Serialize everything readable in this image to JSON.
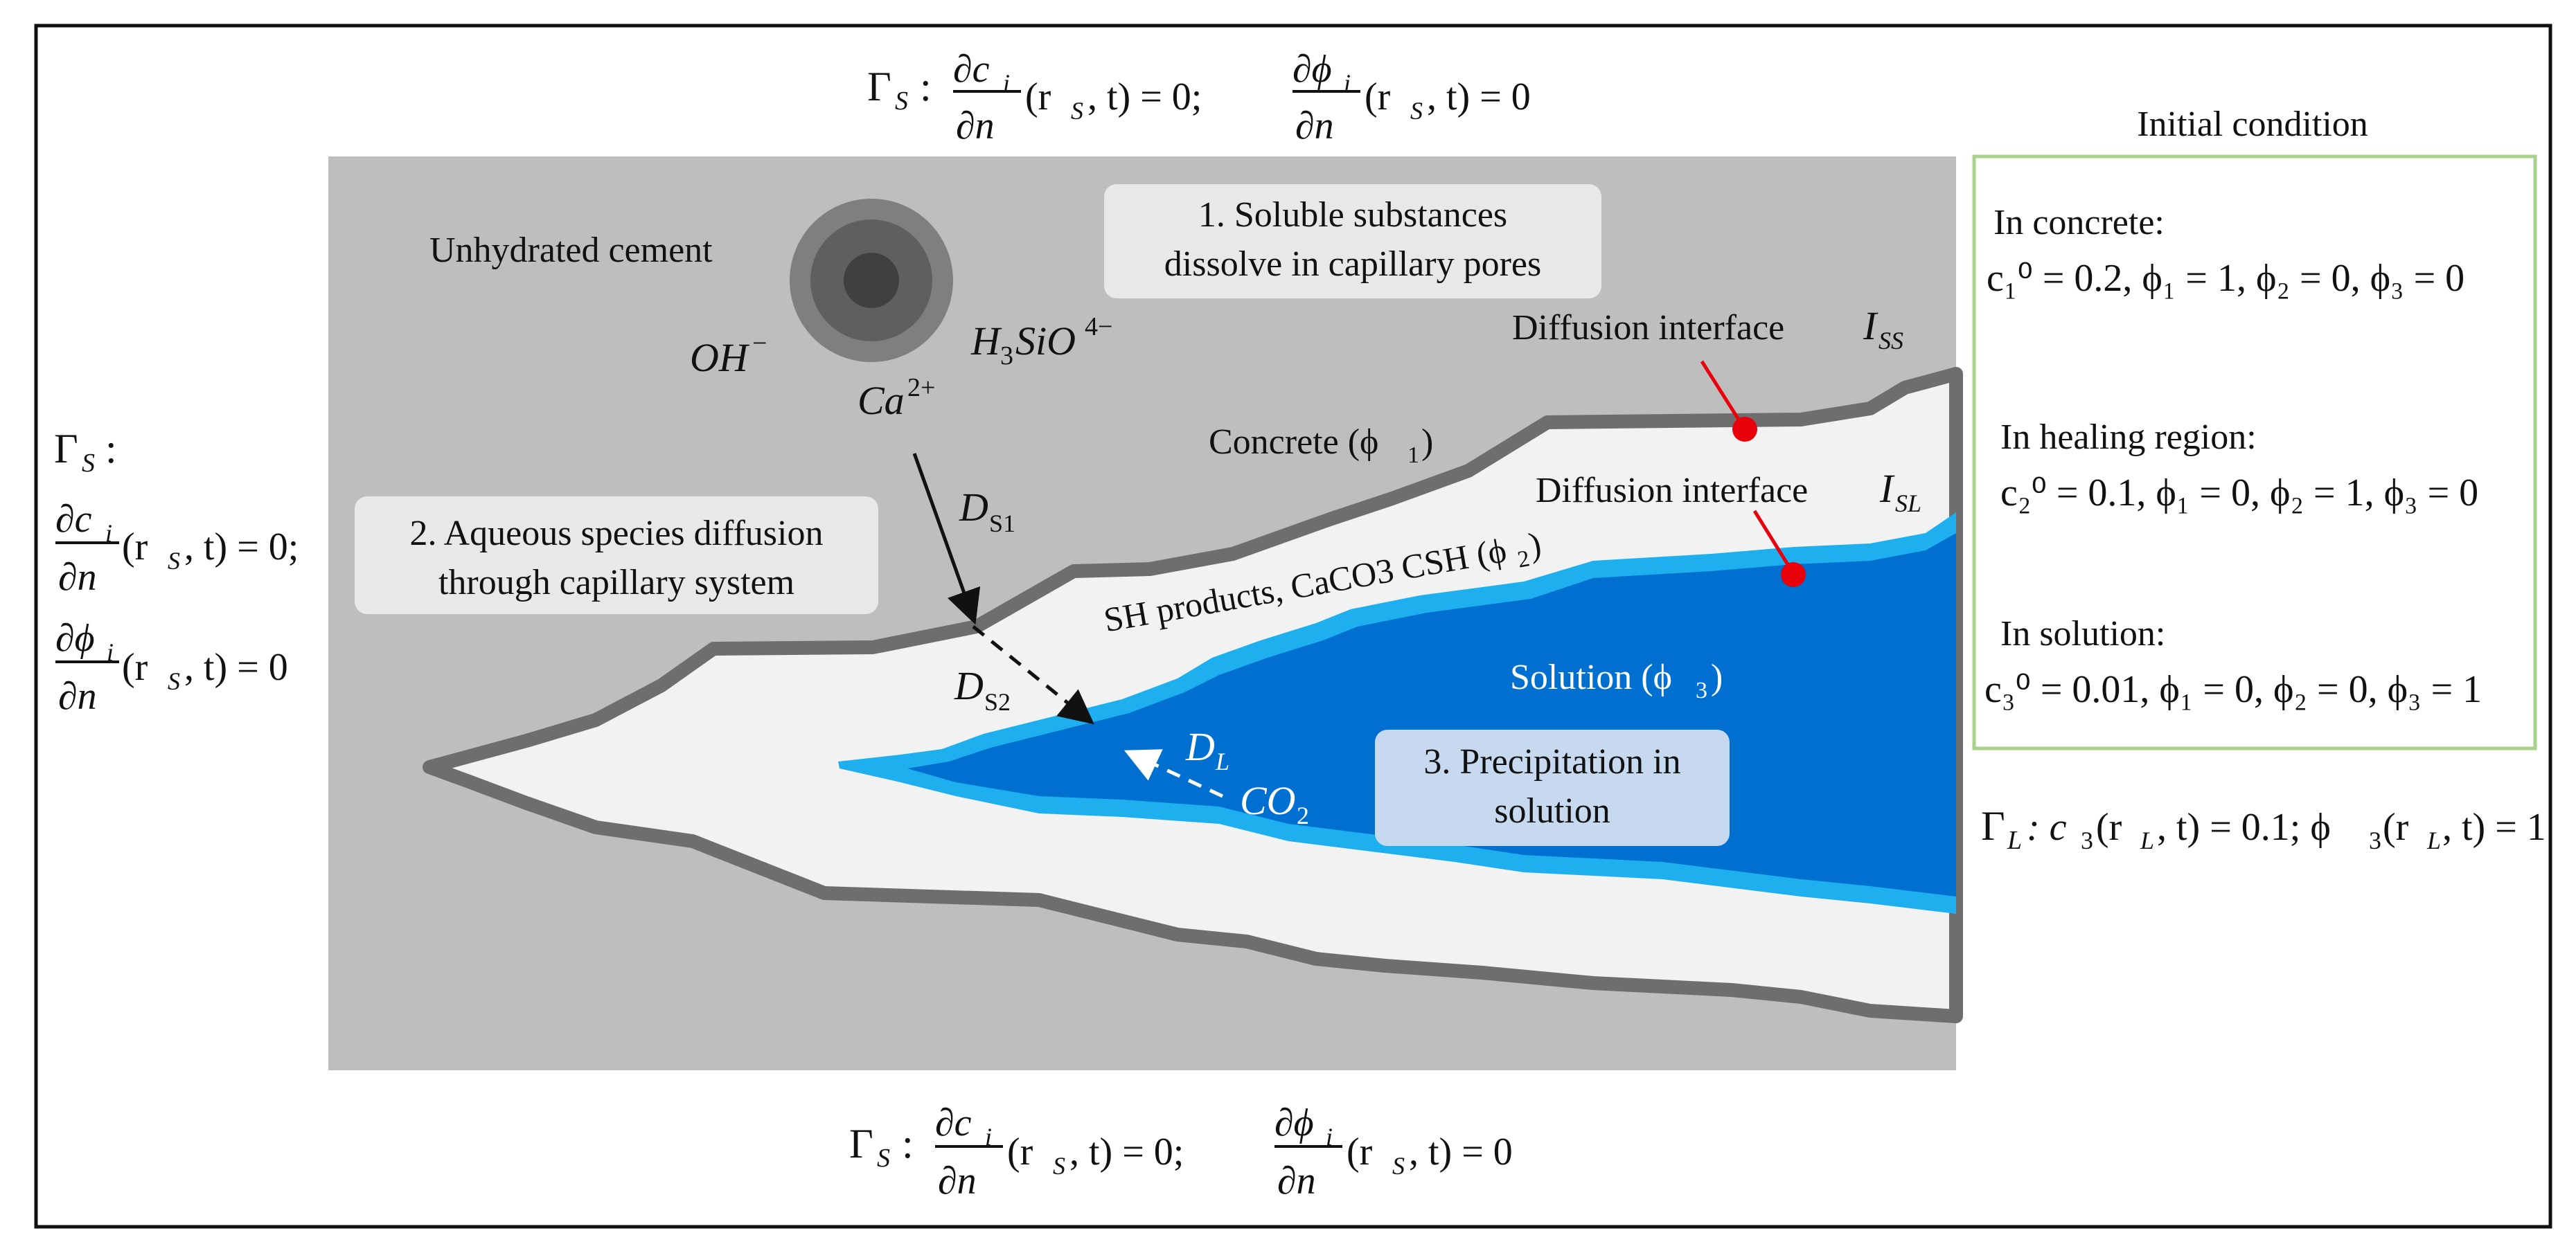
{
  "boundary": {
    "top": {
      "gamma": "Γ",
      "gamma_sub": "S",
      "colon": ":",
      "frac1_num": "∂c",
      "frac1_num_sub": "i",
      "frac1_den": "∂n",
      "arg1": "(r",
      "arg1_sub": "S",
      "arg1_rest": ", t) = 0;",
      "frac2_num": "∂ϕ",
      "frac2_num_sub": "i",
      "frac2_den": "∂n",
      "arg2": "(r",
      "arg2_sub": "S",
      "arg2_rest": ", t) = 0"
    },
    "bottom": {
      "gamma": "Γ",
      "gamma_sub": "S",
      "colon": ":",
      "frac1_num": "∂c",
      "frac1_num_sub": "i",
      "frac1_den": "∂n",
      "arg1": "(r",
      "arg1_sub": "S",
      "arg1_rest": ", t) = 0;",
      "frac2_num": "∂ϕ",
      "frac2_num_sub": "i",
      "frac2_den": "∂n",
      "arg2": "(r",
      "arg2_sub": "S",
      "arg2_rest": ", t) = 0"
    },
    "left": {
      "gamma": "Γ",
      "gamma_sub": "S",
      "colon": ":",
      "frac1_num": "∂c",
      "frac1_num_sub": "i",
      "frac1_den": "∂n",
      "arg1": "(r",
      "arg1_sub": "S",
      "arg1_rest": ", t) = 0;",
      "frac2_num": "∂ϕ",
      "frac2_num_sub": "i",
      "frac2_den": "∂n",
      "arg2": "(r",
      "arg2_sub": "S",
      "arg2_rest": ", t) = 0"
    },
    "liquid": {
      "gamma": "Γ",
      "gamma_sub": "L",
      "eq1": ": c",
      "eq1_sub": "3",
      "eq1_arg": "(r",
      "eq1_arg_sub": "L",
      "eq1_rest": ", t) = 0.1; ϕ",
      "eq2_sub": "3",
      "eq2_arg": "(r",
      "eq2_arg_sub": "L",
      "eq2_rest": ", t) = 1"
    }
  },
  "labels": {
    "unhydrated_cement": "Unhydrated cement",
    "oh": "OH",
    "oh_sup": "−",
    "ca": "Ca",
    "ca_sup": "2+",
    "h3sio": "H",
    "h3sio_sub": "3",
    "h3sio_rest": "SiO",
    "h3sio_sup": "4−",
    "step1_line1": "1. Soluble substances",
    "step1_line2": "dissolve in capillary pores",
    "step2_line1": "2. Aqueous species diffusion",
    "step2_line2": "through capillary system",
    "step3_line1": "3. Precipitation in",
    "step3_line2": "solution",
    "concrete": "Concrete (ϕ",
    "concrete_sub": "1",
    "concrete_close": ")",
    "sh_products": "SH products, CaCO3 CSH (ϕ",
    "sh_sub": "2",
    "sh_close": ")",
    "solution": "Solution (ϕ",
    "solution_sub": "3",
    "solution_close": ")",
    "iss_text": "Diffusion interface",
    "iss_sym": "I",
    "iss_sub": "SS",
    "isl_text": "Diffusion interface",
    "isl_sym": "I",
    "isl_sub": "SL",
    "ds1": "D",
    "ds1_sub": "S1",
    "ds2": "D",
    "ds2_sub": "S2",
    "dl": "D",
    "dl_sub": "L",
    "co2": "CO",
    "co2_sub": "2"
  },
  "initial_condition": {
    "title": "Initial condition",
    "concrete_heading": "In concrete:",
    "concrete_eq": "c₁⁰ = 0.2, ϕ₁ = 1, ϕ₂ = 0, ϕ₃ = 0",
    "healing_heading": "In healing region:",
    "healing_eq": "c₂⁰ = 0.1, ϕ₁ = 0, ϕ₂ = 1, ϕ₃ = 0",
    "solution_heading": "In solution:",
    "solution_eq": "c₃⁰ = 0.01, ϕ₁ = 0, ϕ₂ = 0, ϕ₃ = 1"
  },
  "colors": {
    "concrete": "#bebebe",
    "crack_outline": "#6e6e6e",
    "healing": "#f2f2f2",
    "solution_edge": "#1eb0ee",
    "solution": "#0070d0",
    "interface_dot": "#e8000a",
    "ic_border": "#a9d18e"
  }
}
